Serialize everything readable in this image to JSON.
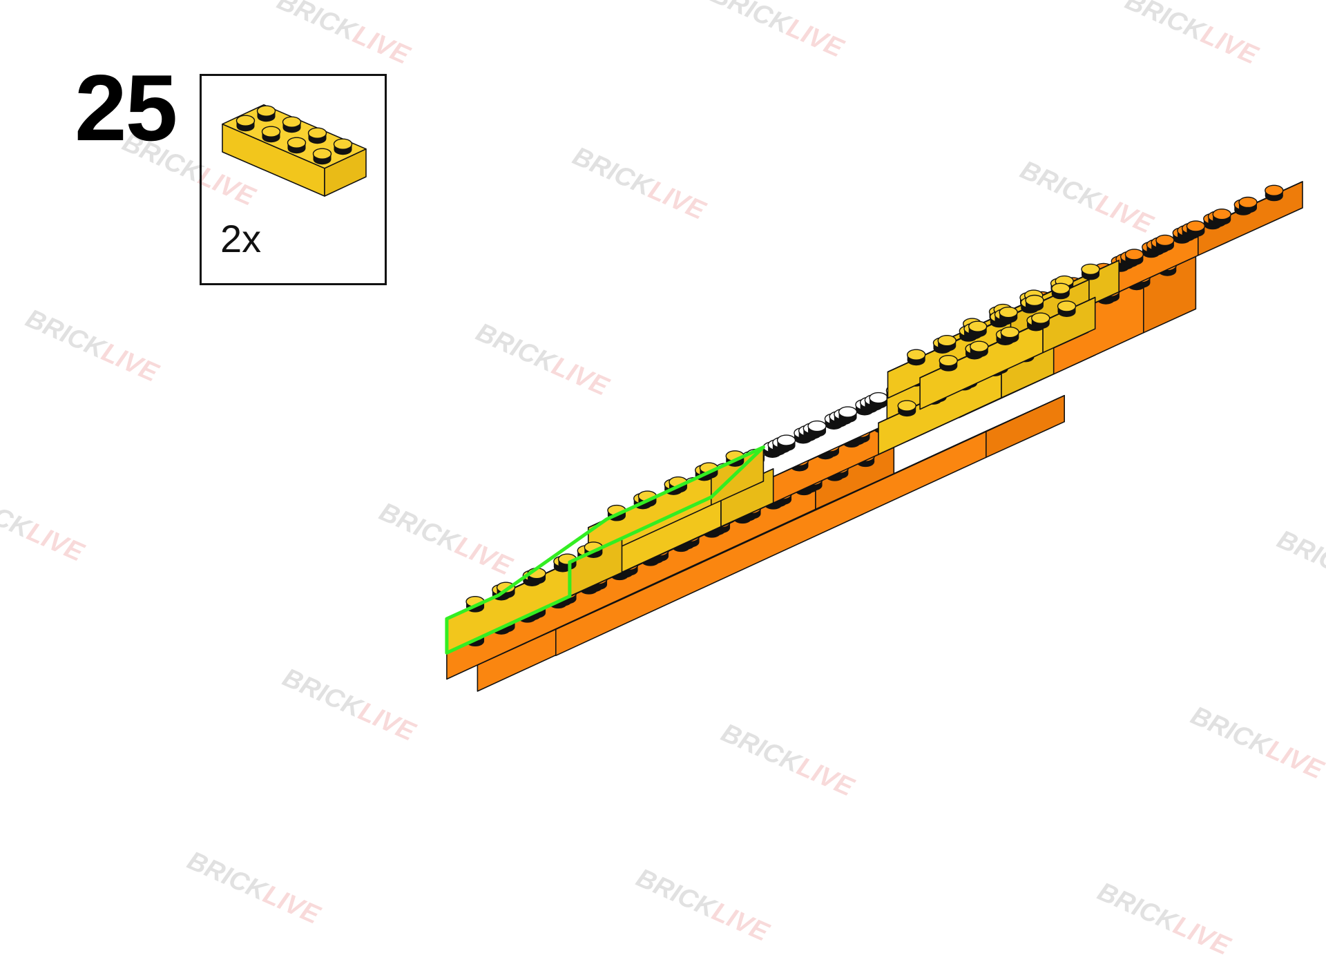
{
  "step": {
    "number": "25"
  },
  "parts_callout": {
    "quantity": "2x",
    "part": "yellow-2x4-brick-icon",
    "color": "#F9D231"
  },
  "watermark": {
    "word_a": "BRICK",
    "word_b": "LIVE"
  },
  "colors": {
    "yellow": "#F9D231",
    "orange": "#FF8A12",
    "white": "#FFFFFF",
    "highlight": "#33EE22",
    "callout_bg": "#D5EBFB"
  }
}
